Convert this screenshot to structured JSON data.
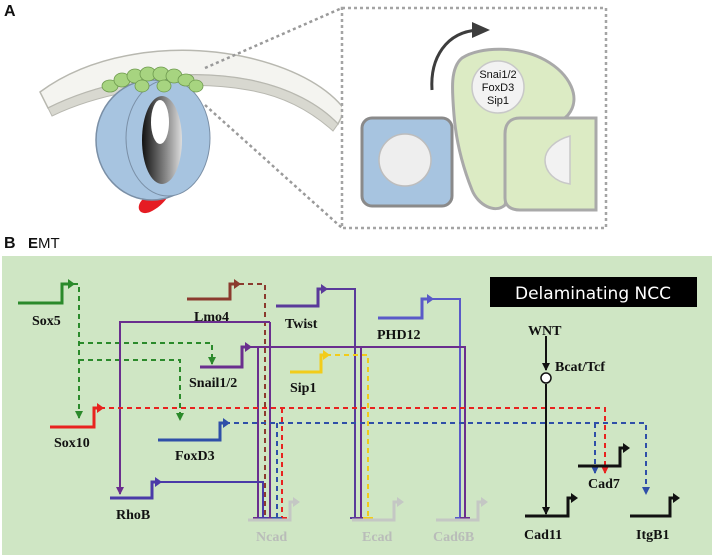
{
  "panel_a": {
    "letter": "A",
    "cell_factors": [
      "Snai1/2",
      "FoxD3",
      "Sip1"
    ]
  },
  "panel_b": {
    "letter": "B",
    "title_lead": "E",
    "title_rest": "MT",
    "banner": "Delaminating NCC",
    "genes": {
      "sox5": "Sox5",
      "lmo4": "Lmo4",
      "twist": "Twist",
      "phd12": "PHD12",
      "snail": "Snail1/2",
      "sip1": "Sip1",
      "sox10": "Sox10",
      "foxd3": "FoxD3",
      "rhob": "RhoB",
      "ncad": "Ncad",
      "ecad": "Ecad",
      "cad6b": "Cad6B",
      "wnt": "WNT",
      "bcat": "Bcat/Tcf",
      "cad7": "Cad7",
      "cad11": "Cad11",
      "itgb1": "ItgB1"
    },
    "colors": {
      "sox5": "#2b8a2b",
      "lmo4": "#8b3a2e",
      "twist": "#5a3a9a",
      "phd12": "#5a5ac8",
      "snail": "#6a2e8e",
      "sip1": "#f2cc1a",
      "sox10": "#e8231f",
      "foxd3": "#2f4fa8",
      "rhob": "#4a3aa8",
      "black": "#111111",
      "off": "#c4c7c4",
      "background": "#cfe6c4",
      "neural_tube": "#a7c4e0",
      "ncc": "#dcebc4"
    }
  }
}
